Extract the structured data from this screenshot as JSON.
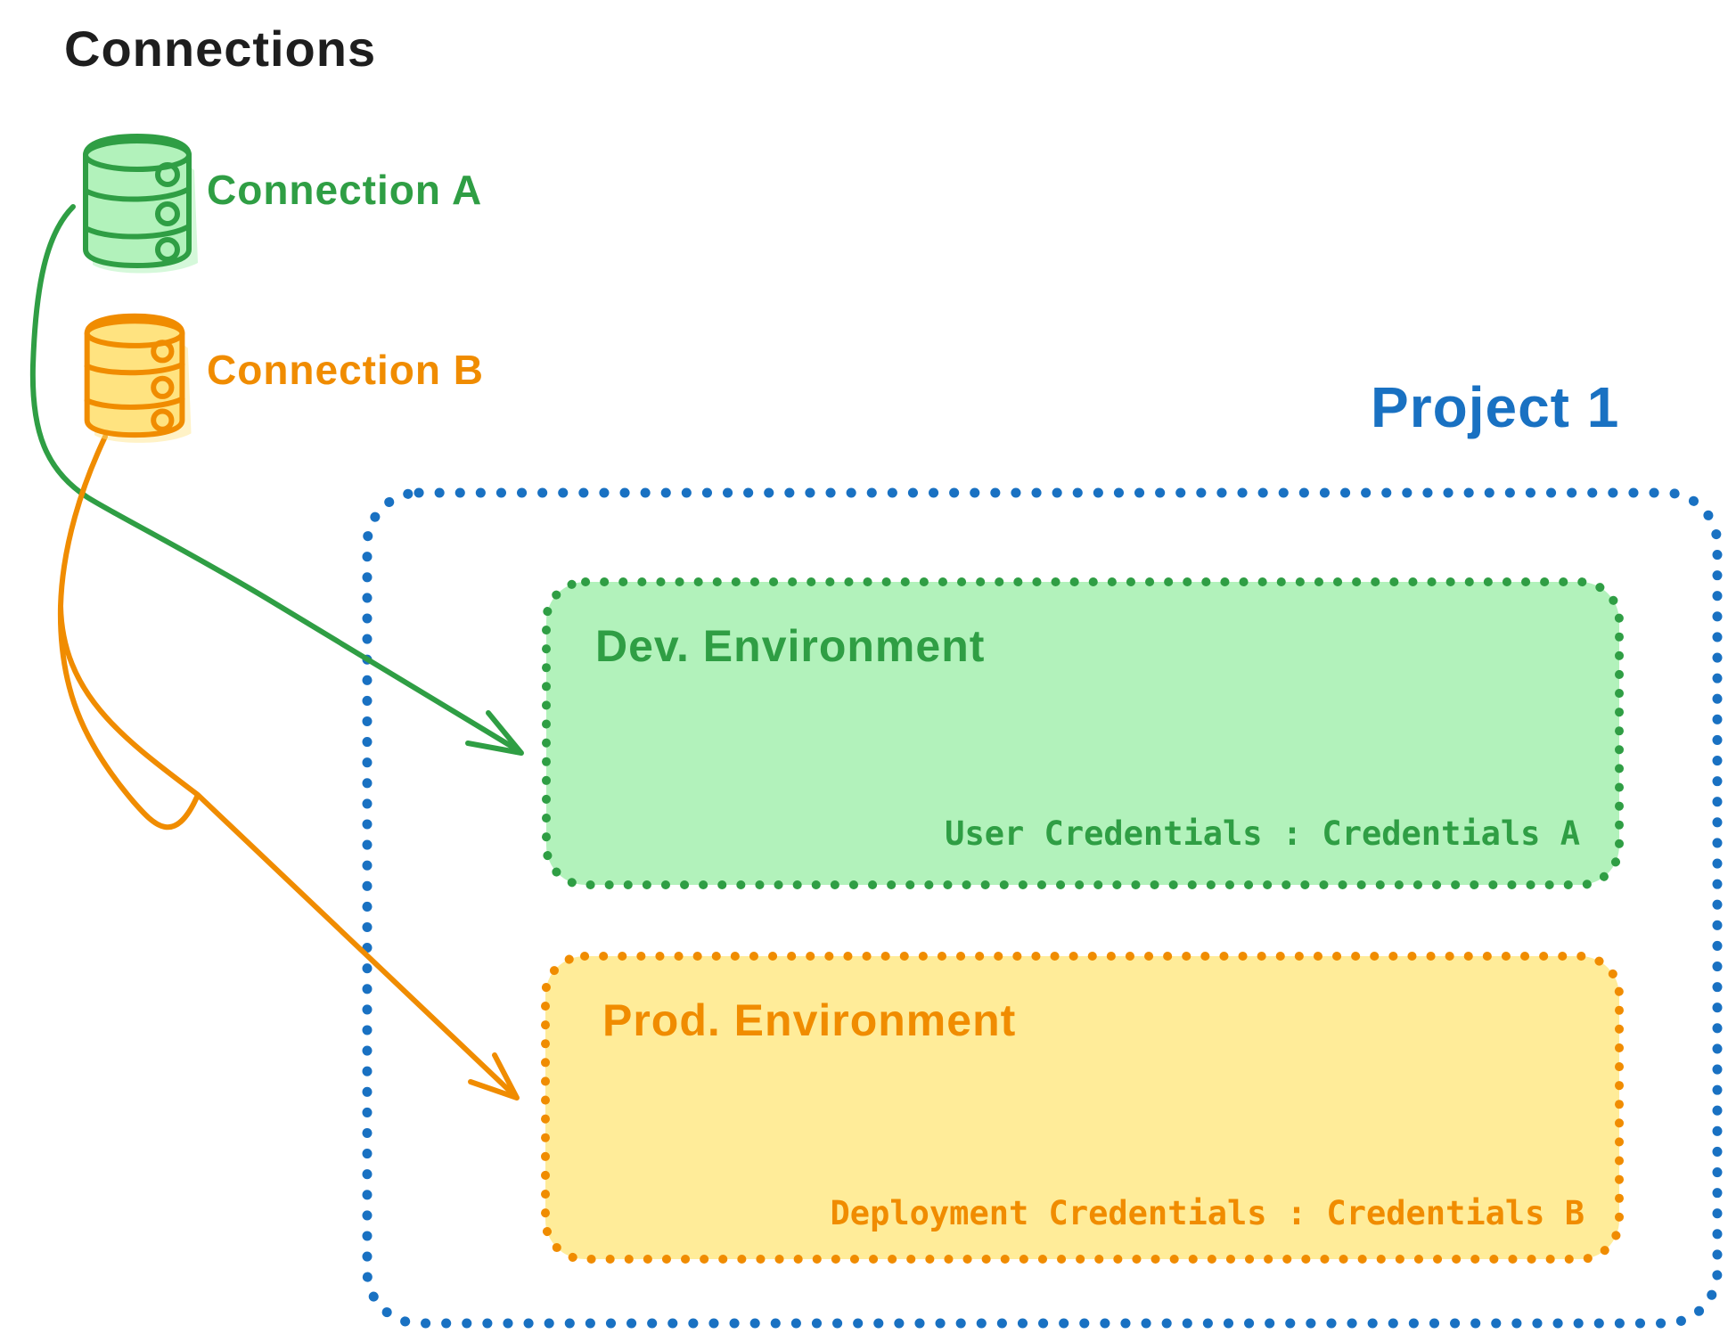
{
  "title": "Connections",
  "connections": [
    {
      "label": "Connection A",
      "stroke": "#2f9e44",
      "fill": "#b2f2bb",
      "icon": "database-icon"
    },
    {
      "label": "Connection B",
      "stroke": "#f08c00",
      "fill": "#ffe380",
      "icon": "database-icon"
    }
  ],
  "project": {
    "label": "Project 1",
    "border_color": "#1971c2",
    "environments": [
      {
        "name": "Dev. Environment",
        "credentials": "User Credentials : Credentials A",
        "stroke": "#2f9e44",
        "fill": "#b2f2bb",
        "source_connection": "Connection A"
      },
      {
        "name": "Prod. Environment",
        "credentials": "Deployment Credentials : Credentials B",
        "stroke": "#f08c00",
        "fill": "#ffec99",
        "source_connection": "Connection B"
      }
    ]
  },
  "colors": {
    "black": "#1e1e1e",
    "green": "#2f9e44",
    "green_fill": "#b2f2bb",
    "orange": "#f08c00",
    "orange_fill": "#ffec99",
    "orange_db_fill": "#ffe380",
    "blue": "#1971c2"
  }
}
